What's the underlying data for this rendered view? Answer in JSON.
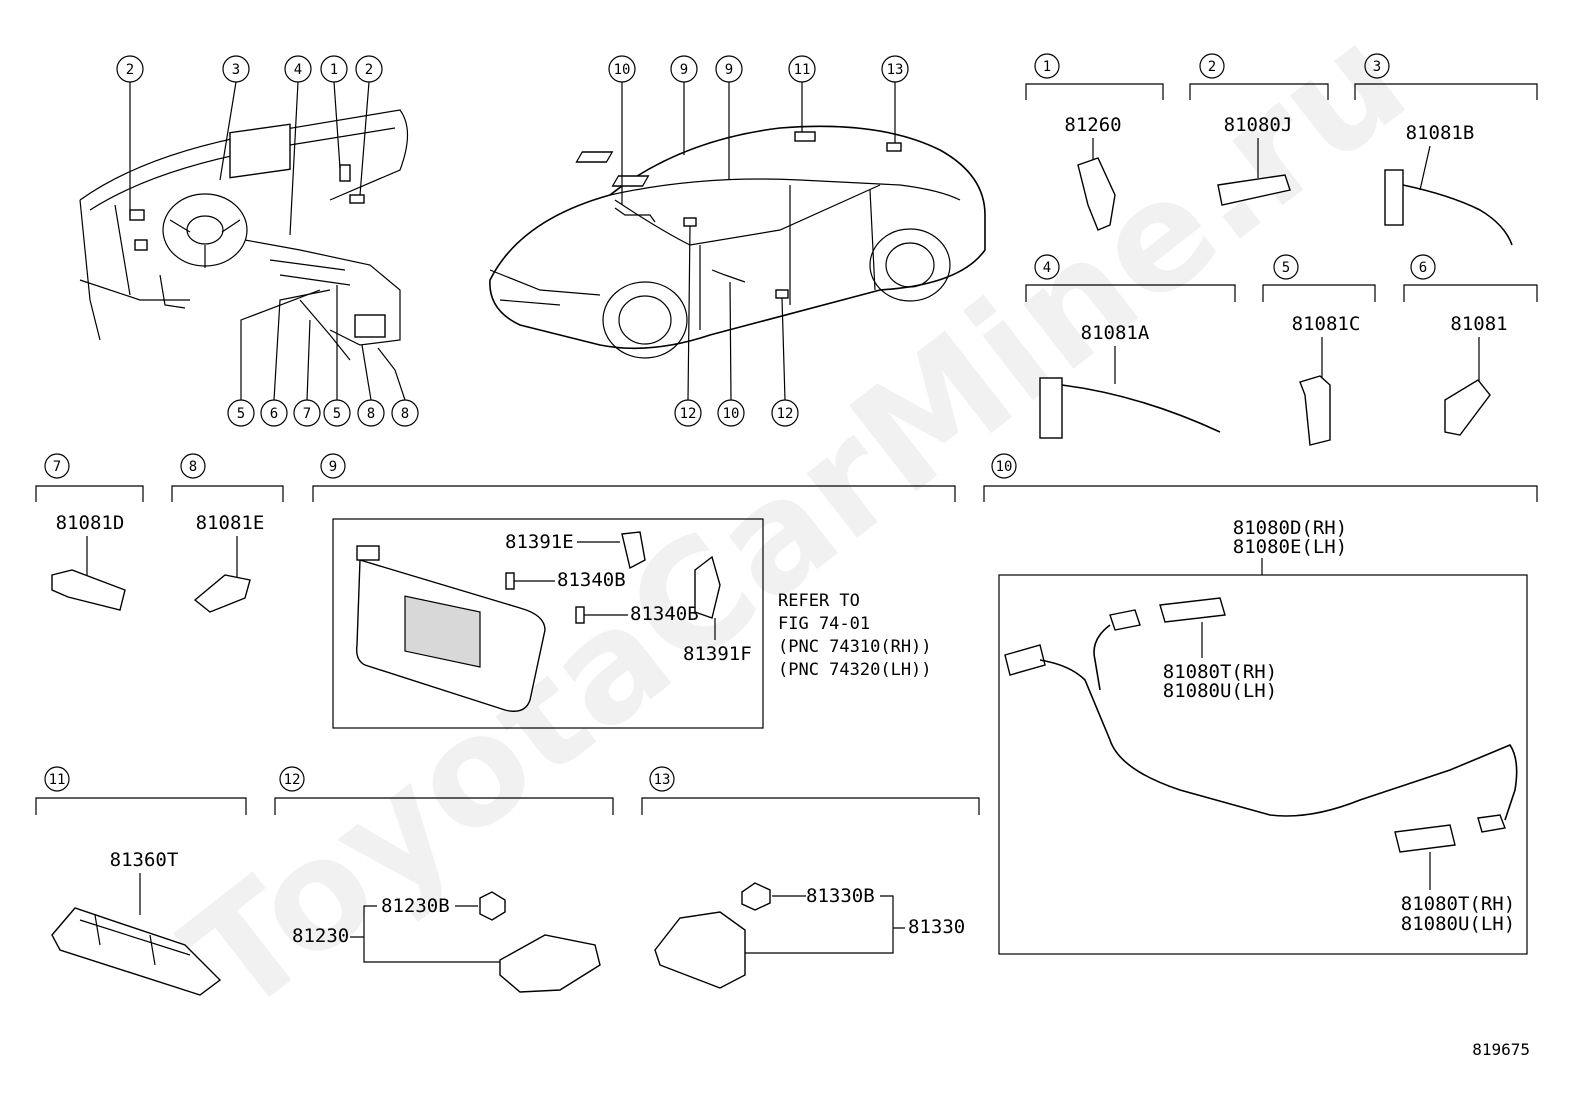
{
  "watermark": "ToyotaCarMine.ru",
  "figure_id": "819675",
  "callouts": {
    "dash": [
      "2",
      "3",
      "4",
      "1",
      "2",
      "5",
      "6",
      "7",
      "5",
      "8",
      "8"
    ],
    "car": [
      "10",
      "9",
      "9",
      "11",
      "13",
      "12",
      "10",
      "12"
    ]
  },
  "groups": [
    {
      "num": "1",
      "parts": [
        "81260"
      ]
    },
    {
      "num": "2",
      "parts": [
        "81080J"
      ]
    },
    {
      "num": "3",
      "parts": [
        "81081B"
      ]
    },
    {
      "num": "4",
      "parts": [
        "81081A"
      ]
    },
    {
      "num": "5",
      "parts": [
        "81081C"
      ]
    },
    {
      "num": "6",
      "parts": [
        "81081"
      ]
    },
    {
      "num": "7",
      "parts": [
        "81081D"
      ]
    },
    {
      "num": "8",
      "parts": [
        "81081E"
      ]
    },
    {
      "num": "9",
      "parts": [
        "81391E",
        "81340B",
        "81340B",
        "81391F"
      ],
      "refer": [
        "REFER TO",
        "FIG 74-01",
        "(PNC 74310(RH))",
        "(PNC 74320(LH))"
      ]
    },
    {
      "num": "10",
      "parts": [
        "81080D(RH)",
        "81080E(LH)",
        "81080T(RH)",
        "81080U(LH)",
        "81080T(RH)",
        "81080U(LH)"
      ]
    },
    {
      "num": "11",
      "parts": [
        "81360T"
      ]
    },
    {
      "num": "12",
      "parts": [
        "81230B",
        "81230"
      ]
    },
    {
      "num": "13",
      "parts": [
        "81330B",
        "81330"
      ]
    }
  ]
}
